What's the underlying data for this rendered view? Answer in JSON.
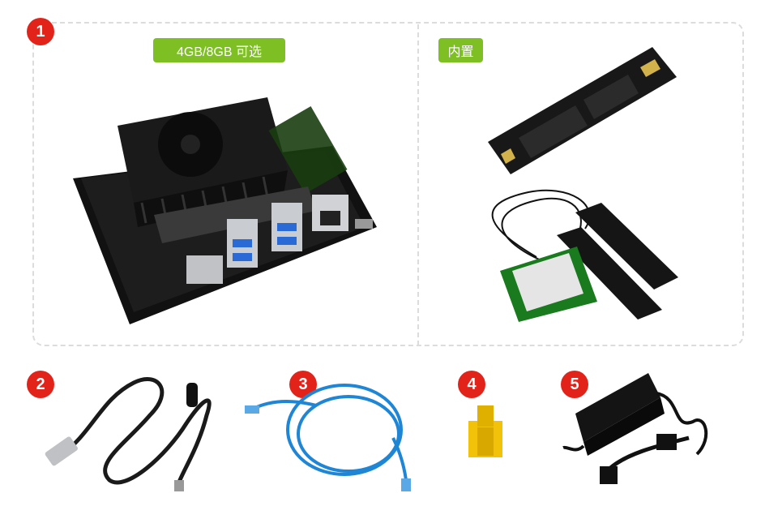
{
  "kit": {
    "numbers": [
      "1",
      "2",
      "3",
      "4",
      "5"
    ],
    "tags": {
      "memory_option": "4GB/8GB 可选",
      "built_in": "内置"
    }
  },
  "colors": {
    "badge": "#e2231a",
    "tag": "#7ec023",
    "ethernet_cable": "#1f86d6",
    "jumper": "#f2c10a",
    "dashed_border": "#dcdcdc"
  },
  "items": [
    {
      "number": "1",
      "icon": "dev-kit-board-icon"
    },
    {
      "number": "1",
      "icon": "m2-ssd-icon"
    },
    {
      "number": "1",
      "icon": "wireless-card-antenna-icon"
    },
    {
      "number": "2",
      "icon": "usb-cable-icon"
    },
    {
      "number": "3",
      "icon": "ethernet-cable-icon"
    },
    {
      "number": "4",
      "icon": "jumper-cap-icon"
    },
    {
      "number": "5",
      "icon": "power-adapter-icon"
    }
  ]
}
